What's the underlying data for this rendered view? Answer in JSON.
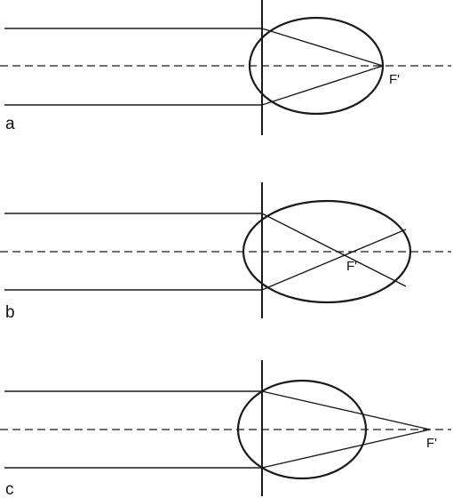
{
  "panels": [
    {
      "label": "a",
      "focal_label": "F'"
    },
    {
      "label": "b",
      "focal_label": "F'"
    },
    {
      "label": "c",
      "focal_label": "F'"
    }
  ]
}
